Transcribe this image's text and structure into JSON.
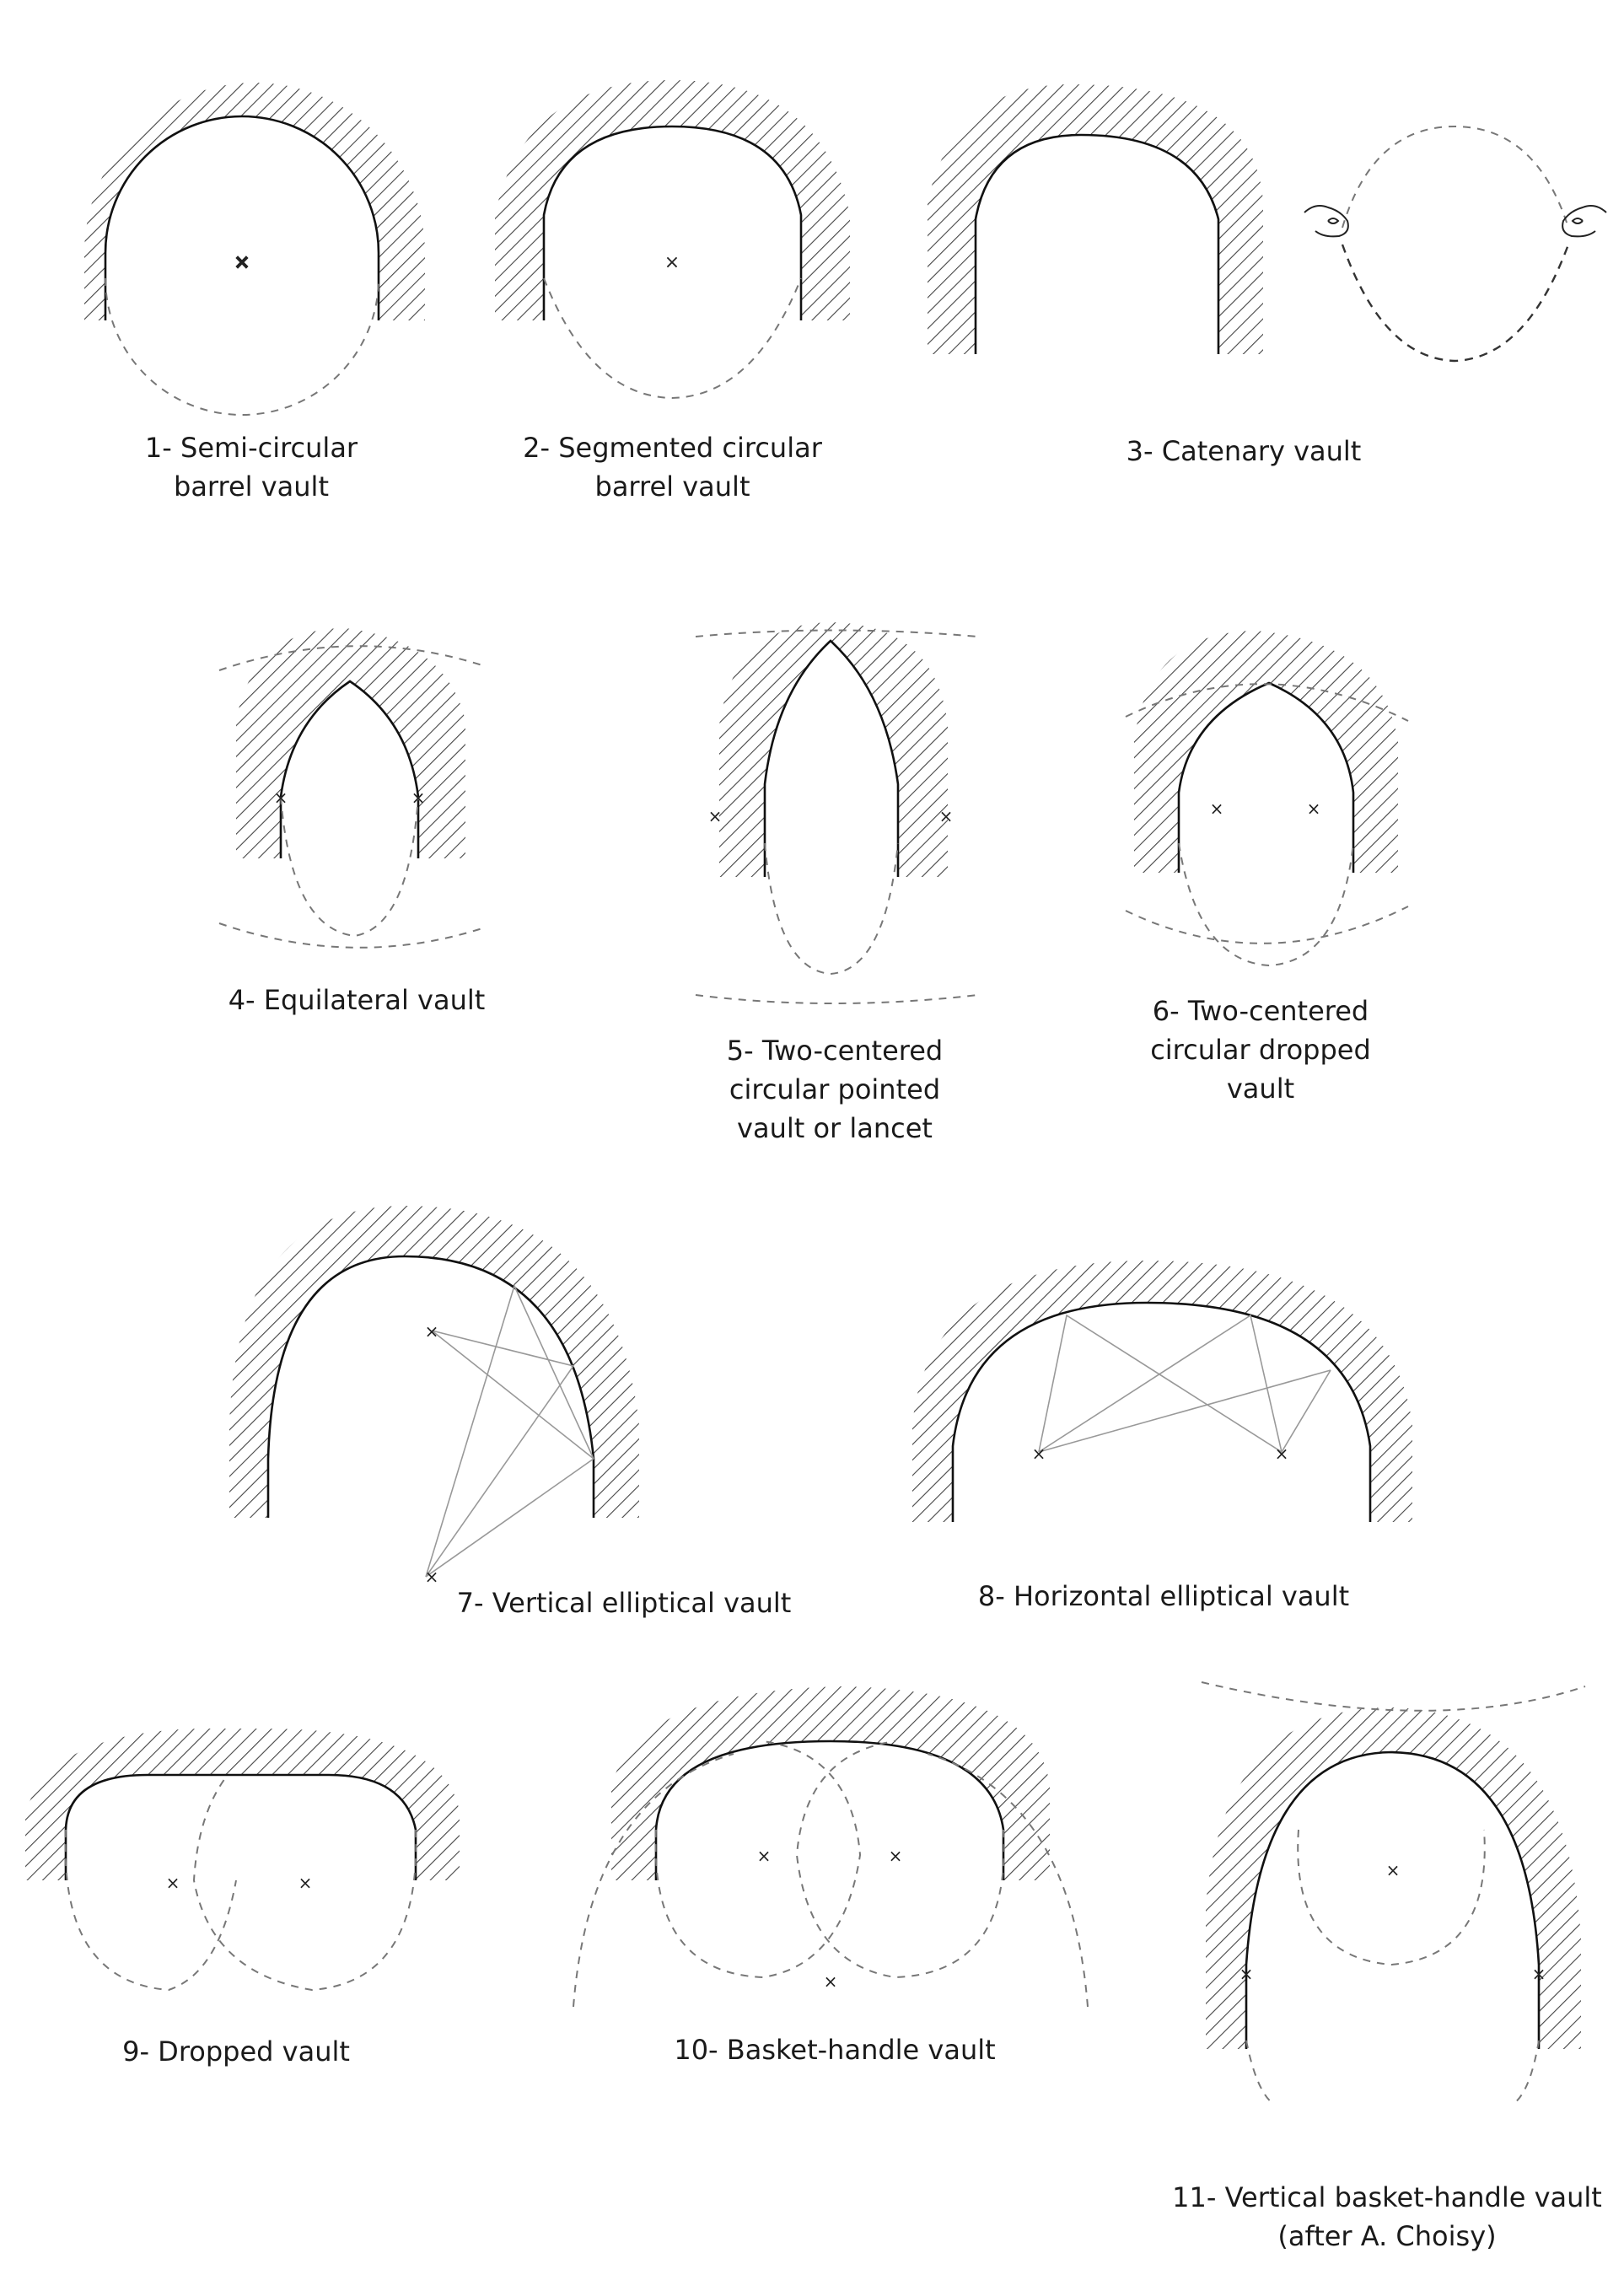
{
  "vaults": [
    {
      "id": 1,
      "caption": [
        "1- Semi-circular",
        "barrel vault"
      ]
    },
    {
      "id": 2,
      "caption": [
        "2- Segmented circular",
        "barrel vault"
      ]
    },
    {
      "id": 3,
      "caption": [
        "3- Catenary vault"
      ]
    },
    {
      "id": 4,
      "caption": [
        "4- Equilateral vault"
      ]
    },
    {
      "id": 5,
      "caption": [
        "5- Two-centered",
        "circular pointed",
        "vault or lancet"
      ]
    },
    {
      "id": 6,
      "caption": [
        "6- Two-centered",
        "circular dropped",
        "vault"
      ]
    },
    {
      "id": 7,
      "caption": [
        "7- Vertical elliptical vault"
      ]
    },
    {
      "id": 8,
      "caption": [
        "8- Horizontal elliptical vault"
      ]
    },
    {
      "id": 9,
      "caption": [
        "9- Dropped vault"
      ]
    },
    {
      "id": 10,
      "caption": [
        "10- Basket-handle vault"
      ]
    },
    {
      "id": 11,
      "caption": [
        "11- Vertical basket-handle vault",
        "(after A. Choisy)"
      ]
    }
  ]
}
